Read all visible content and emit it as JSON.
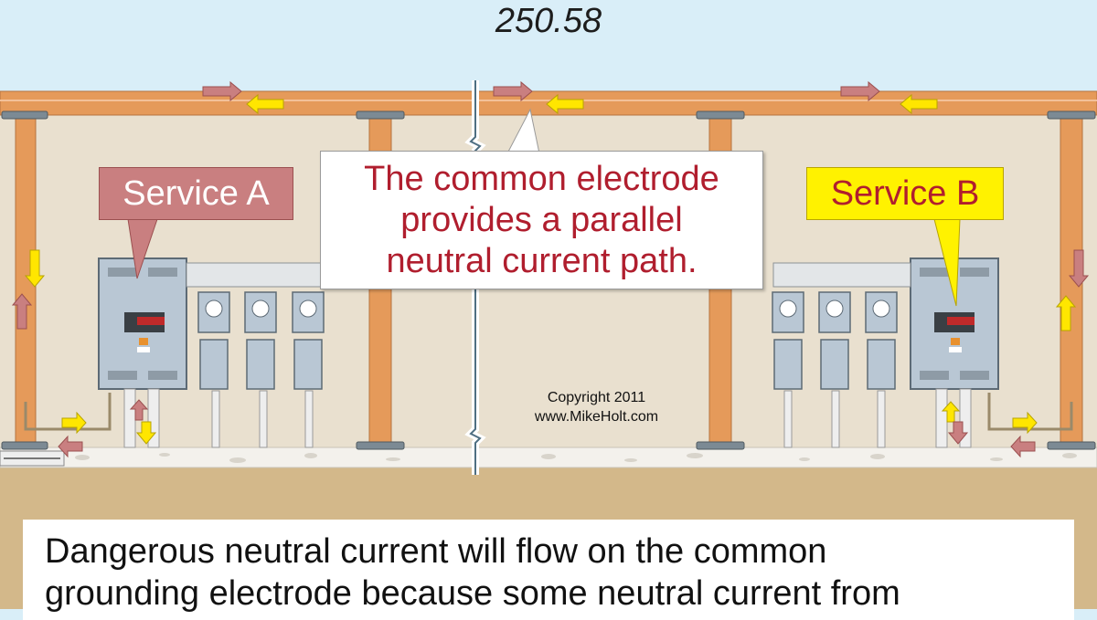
{
  "title": "250.58",
  "callout": {
    "lines": [
      "The common electrode",
      "provides a parallel",
      "neutral current path."
    ]
  },
  "service_a_label": "Service A",
  "service_b_label": "Service B",
  "copyright": {
    "line1": "Copyright 2011",
    "line2": "www.MikeHolt.com"
  },
  "caption": {
    "lines": [
      "Dangerous neutral current will flow on the common",
      "grounding electrode because some neutral current from"
    ]
  },
  "colors": {
    "sky": "#d9eef8",
    "wall": "#e9e0cf",
    "beam": "#e59a5a",
    "soil": "#d3b88a",
    "arrow_red": "#c97f80",
    "arrow_yellow": "#ffe600",
    "panel": "#b9c7d4",
    "callout_text": "#b01e2e"
  }
}
